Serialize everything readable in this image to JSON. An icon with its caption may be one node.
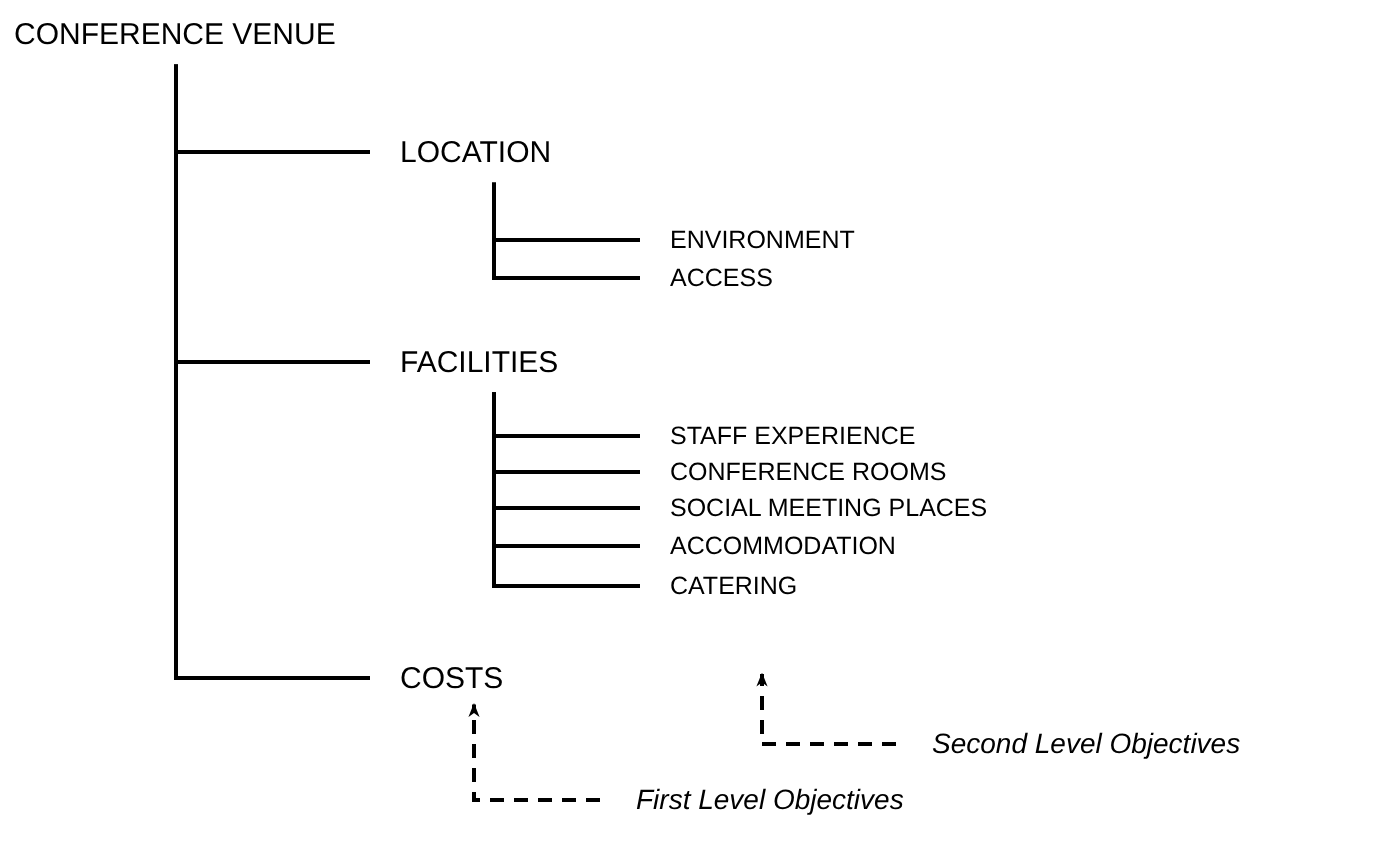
{
  "diagram": {
    "nodes": [
      {
        "text": [
          "CONFERENCE VENUE"
        ]
      },
      {
        "text": [
          "LOCATION"
        ]
      },
      {
        "text": [
          "ENVIRONMENT"
        ]
      },
      {
        "text": [
          "ACCESS"
        ]
      },
      {
        "text": [
          "FACILITIES"
        ]
      },
      {
        "text": [
          "STAFF EXPERIENCE"
        ]
      },
      {
        "text": [
          "CONFERENCE ROOMS"
        ]
      },
      {
        "text": [
          "SOCIAL MEETING PLACES"
        ]
      },
      {
        "text": [
          "ACCOMMODATION"
        ]
      },
      {
        "text": [
          "CATERING"
        ]
      },
      {
        "text": [
          "COSTS"
        ]
      },
      {
        "text": [
          "Second Level Objectives"
        ]
      },
      {
        "text": [
          "First Level Objectives"
        ]
      }
    ],
    "edges": [
      {
        "from": 0,
        "to": 1,
        "arrow": "none"
      },
      {
        "from": 1,
        "to": 2,
        "arrow": "none"
      },
      {
        "from": 1,
        "to": 3,
        "arrow": "none"
      },
      {
        "from": 0,
        "to": 4,
        "arrow": "none"
      },
      {
        "from": 4,
        "to": 5,
        "arrow": "none"
      },
      {
        "from": 4,
        "to": 6,
        "arrow": "none"
      },
      {
        "from": 4,
        "to": 7,
        "arrow": "none"
      },
      {
        "from": 4,
        "to": 8,
        "arrow": "none"
      },
      {
        "from": 4,
        "to": 9,
        "arrow": "none"
      },
      {
        "from": 0,
        "to": 10,
        "arrow": "none"
      },
      {
        "from": 11,
        "to": null,
        "arrow": "to",
        "style": "dashed"
      },
      {
        "from": 12,
        "to": 10,
        "arrow": "to",
        "style": "dashed"
      }
    ]
  }
}
